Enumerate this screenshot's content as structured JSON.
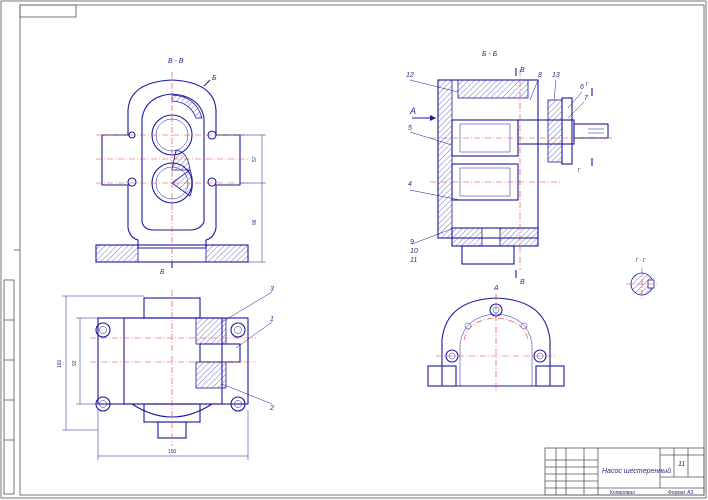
{
  "views": {
    "section_vv": "В - В",
    "section_bb": "Б - Б",
    "section_gg": "Г - Г",
    "view_a": "А"
  },
  "cut_marks": {
    "b_top": "Б",
    "b_bottom": "Б",
    "v_top": "В",
    "v_bottom": "В",
    "g_top": "Г",
    "g_bottom": "Г",
    "a_arrow": "А"
  },
  "positions": [
    "12",
    "8",
    "13",
    "6",
    "7",
    "5",
    "4",
    "9",
    "10",
    "11",
    "3",
    "1",
    "2"
  ],
  "dimensions": {
    "d57": "57",
    "d96": "96",
    "d160": "160",
    "d92": "92",
    "d150": "150"
  },
  "title_block": {
    "name": "Насос шестеренный",
    "sheets": "11",
    "copied": "Копировал",
    "format": "Формат А3"
  },
  "colors": {
    "outline": "#1a1a9c",
    "centerline": "#e23a3a",
    "frame": "#555555"
  }
}
